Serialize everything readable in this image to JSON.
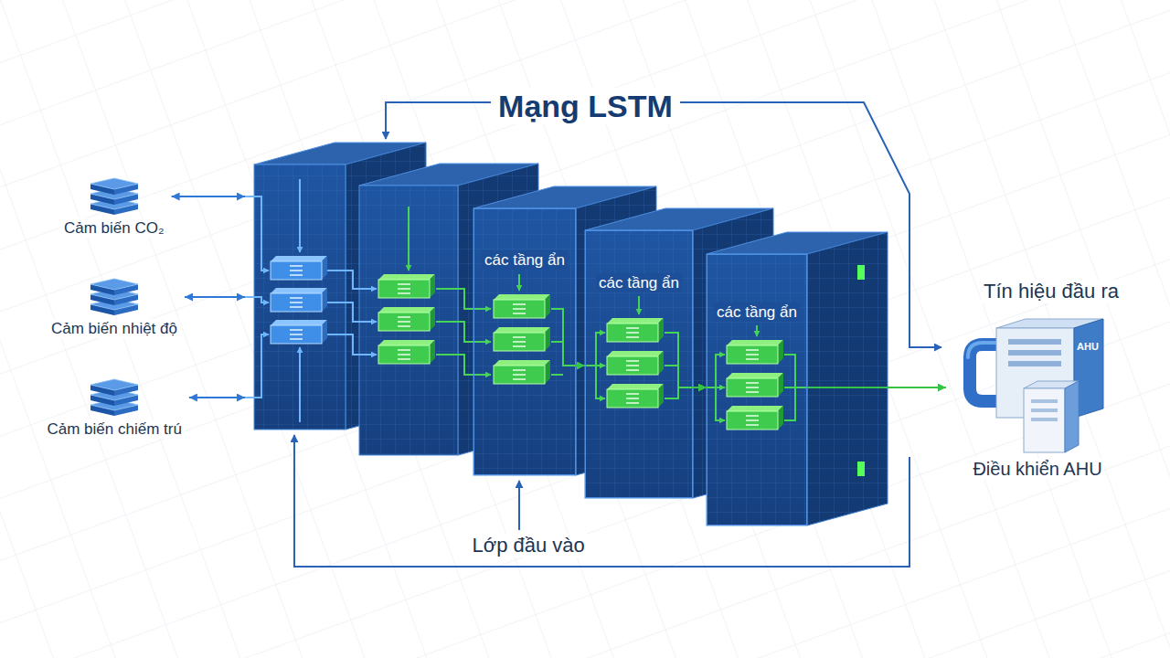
{
  "diagram": {
    "nodes": [
      {
        "text": [
          "Mạng LSTM"
        ]
      },
      {
        "text": [
          "Cảm biến CO₂"
        ]
      },
      {
        "text": [
          "Cảm biến nhiệt độ"
        ]
      },
      {
        "text": [
          "Cảm biến chiếm trú"
        ]
      },
      {
        "text": [
          "các tầng ẩn"
        ],
        "in": 0
      },
      {
        "text": [
          "các tầng ẩn"
        ],
        "in": 0
      },
      {
        "text": [
          "các tầng ẩn"
        ],
        "in": 0
      },
      {
        "text": [
          "AHU",
          "Điều khiển AHU"
        ]
      }
    ],
    "edges": [
      {
        "from": 1,
        "to": 0,
        "arrow": "both"
      },
      {
        "from": 2,
        "to": 0,
        "arrow": "both"
      },
      {
        "from": 3,
        "to": 0,
        "arrow": "both"
      },
      {
        "from": 4,
        "to": 5,
        "arrow": "to"
      },
      {
        "from": 5,
        "to": 6,
        "arrow": "to"
      },
      {
        "from": 6,
        "to": 7,
        "arrow": "to"
      }
    ],
    "labels": [
      "Tín hiệu đầu ra",
      "Lớp đầu vào"
    ]
  }
}
